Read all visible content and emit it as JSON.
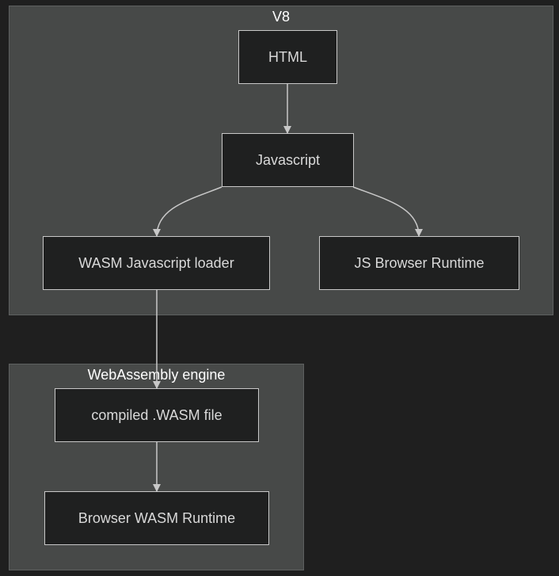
{
  "clusters": {
    "v8": {
      "title": "V8"
    },
    "wasm_engine": {
      "title": "WebAssembly engine"
    }
  },
  "nodes": {
    "html": "HTML",
    "javascript": "Javascript",
    "wasm_loader": "WASM Javascript loader",
    "js_runtime": "JS Browser Runtime",
    "compiled_wasm": "compiled .WASM file",
    "wasm_runtime": "Browser WASM Runtime"
  },
  "colors": {
    "background": "#1f1f1f",
    "cluster_fill": "#474948",
    "node_fill": "#1f2020",
    "node_border": "#c8c8c8",
    "edge": "#c8c8c8",
    "text": "#d9d9d9"
  }
}
